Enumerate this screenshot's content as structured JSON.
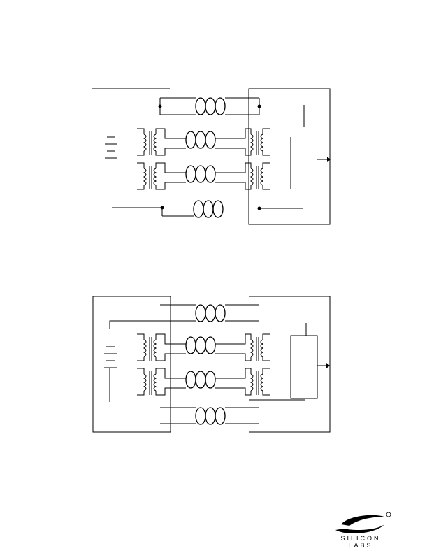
{
  "figures": [
    {
      "id": "top",
      "description_visible_text": ""
    },
    {
      "id": "bottom",
      "description_visible_text": ""
    }
  ],
  "logo": {
    "name": "SILICON LABS",
    "mark": "registered",
    "icon": "silicon-labs-logo-icon"
  },
  "colors": {
    "line": "#000000",
    "background": "#ffffff"
  }
}
